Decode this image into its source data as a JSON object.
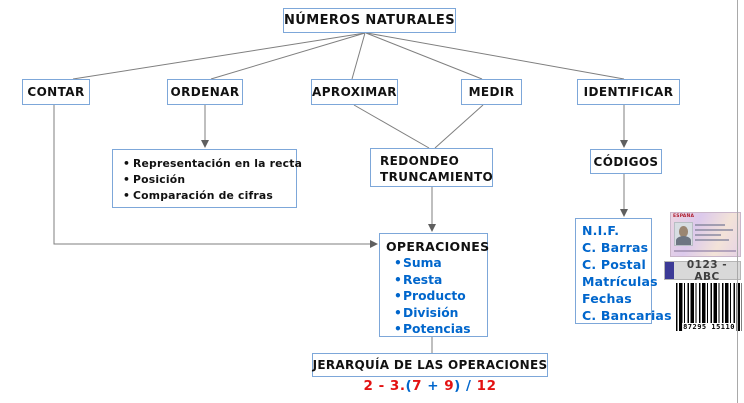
{
  "diagram": {
    "root_label": "NÚMEROS NATURALES",
    "branches": {
      "contar": "CONTAR",
      "ordenar": "ORDENAR",
      "aproximar": "APROXIMAR",
      "medir": "MEDIR",
      "identificar": "IDENTIFICAR"
    },
    "ordenar_details": [
      "Representación en la recta",
      "Posición",
      "Comparación de cifras"
    ],
    "redondeo_box": {
      "line1": "REDONDEO",
      "line2": "TRUNCAMIENTO"
    },
    "codigos_label": "CÓDIGOS",
    "codes_list": [
      "N.I.F.",
      "C. Barras",
      "C. Postal",
      "Matrículas",
      "Fechas",
      "C. Bancarias"
    ],
    "operaciones": {
      "title": "OPERACIONES",
      "items": [
        "Suma",
        "Resta",
        "Producto",
        "División",
        "Potencias"
      ]
    },
    "jerarquia_label": "JERARQUÍA DE LAS OPERACIONES",
    "formula": {
      "parts": [
        {
          "text": "2 - 3.",
          "cls": "f-red"
        },
        {
          "text": "(",
          "cls": "f-blue"
        },
        {
          "text": "7",
          "cls": "f-red"
        },
        {
          "text": " + ",
          "cls": "f-blue"
        },
        {
          "text": "9",
          "cls": "f-red"
        },
        {
          "text": ")",
          "cls": "f-blue"
        },
        {
          "text": " / ",
          "cls": "f-blue"
        },
        {
          "text": "12",
          "cls": "f-red"
        }
      ]
    }
  },
  "illustrations": {
    "id_card": {
      "country": "ESPAÑA"
    },
    "license_plate": {
      "text": "0123 - ABC"
    },
    "barcode": {
      "digits": "87295 15110"
    }
  },
  "colors": {
    "box_border": "#7da7d9",
    "connector_gray": "#7f7f7f",
    "blue_text": "#0066cc",
    "red_text": "#e31212",
    "black_text": "#111111"
  }
}
